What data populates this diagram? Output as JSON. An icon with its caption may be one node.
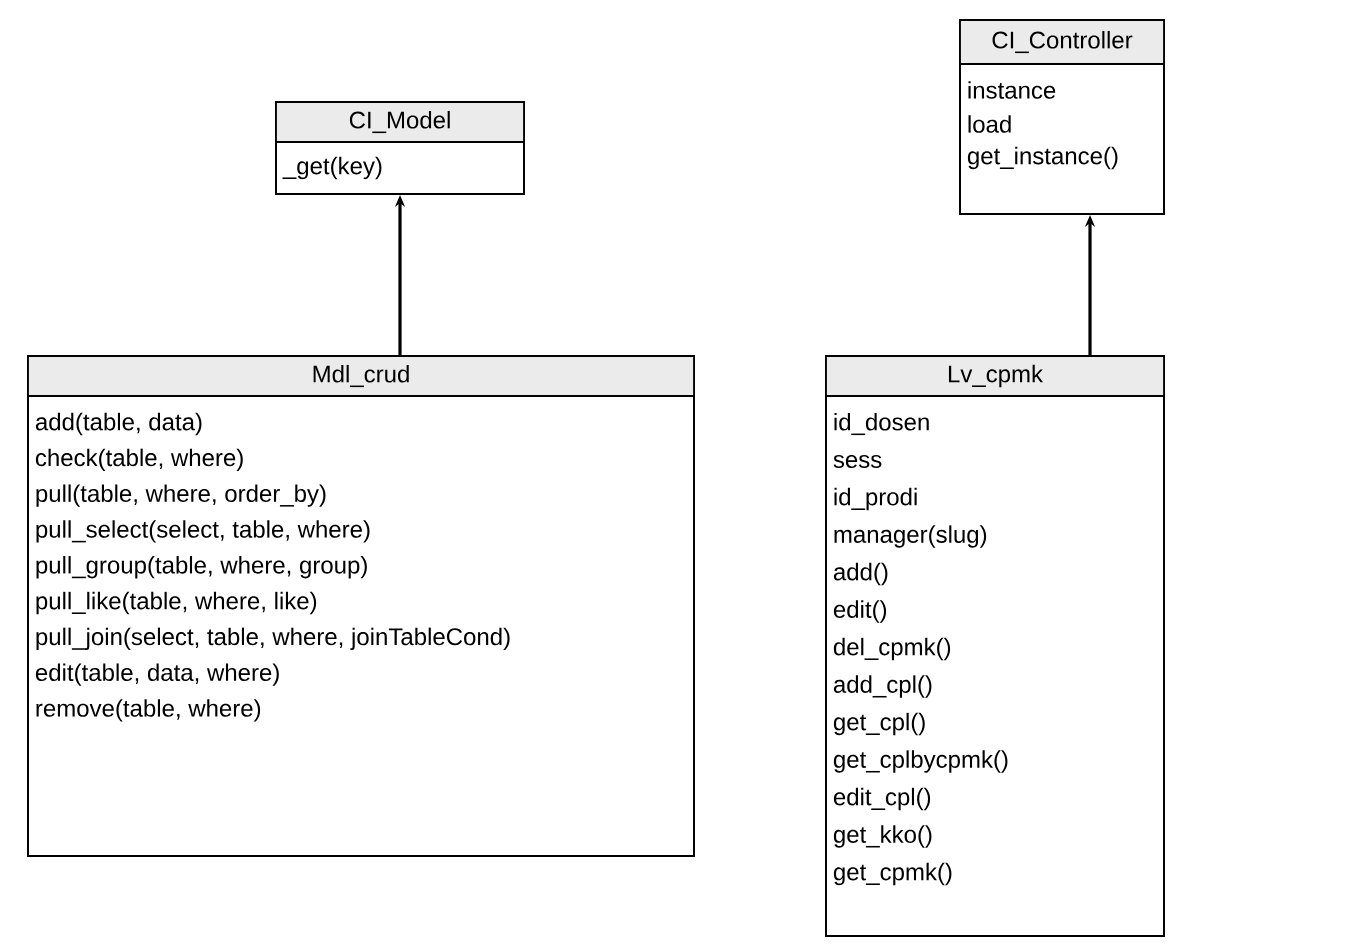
{
  "diagram": {
    "nodes": [
      {
        "text": [
          "CI_Model",
          "_get(key)"
        ]
      },
      {
        "text": [
          "CI_Controller",
          "instance",
          "load",
          "get_instance()"
        ]
      },
      {
        "text": [
          "Mdl_crud",
          "add(table, data)",
          "check(table, where)",
          "pull(table, where, order_by)",
          "pull_select(select, table, where)",
          "pull_group(table, where, group)",
          "pull_like(table, where, like)",
          "pull_join(select, table, where, joinTableCond)",
          "edit(table, data, where)",
          "remove(table, where)"
        ]
      },
      {
        "text": [
          "Lv_cpmk",
          "id_dosen",
          "sess",
          "id_prodi",
          "manager(slug)",
          "add()",
          "edit()",
          "del_cpmk()",
          "add_cpl()",
          "get_cpl()",
          "get_cplbycpmk()",
          "edit_cpl()",
          "get_kko()",
          "get_cpmk()"
        ]
      }
    ],
    "edges": [
      {
        "from": 2,
        "to": 0,
        "arrow": "to"
      },
      {
        "from": 3,
        "to": 1,
        "arrow": "to"
      }
    ]
  }
}
